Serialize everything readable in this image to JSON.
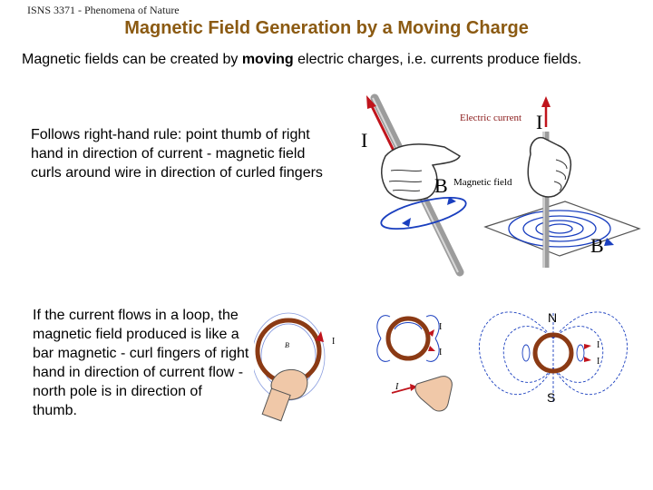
{
  "header": {
    "course": "ISNS 3371 - Phenomena of Nature",
    "title": "Magnetic Field Generation by a Moving Charge"
  },
  "intro": {
    "before": "Magnetic fields can be created by ",
    "emphasis": "moving",
    "after": " electric charges, i.e. currents produce fields."
  },
  "rule_text": "Follows right-hand rule: point thumb of right hand in direction of current - magnetic field curls around wire in direction of curled fingers",
  "loop_text": "If the current flows in a loop, the magnetic field produced is like a bar magnetic - curl fingers of right hand in direction of current flow - north pole is in direction of thumb.",
  "figure_top": {
    "current_symbol": "I",
    "current_label": "Electric current",
    "current_symbol_right": "I",
    "field_symbol": "B",
    "field_label": "Magnetic field",
    "field_symbol_right": "B"
  },
  "figure_bottom": {
    "left_b": "B",
    "left_i": "I",
    "middle_i_top": "I",
    "middle_i_bottom": "I",
    "hand_i": "I",
    "north": "N",
    "south": "S",
    "right_i_top": "I",
    "right_i_bottom": "I"
  },
  "colors": {
    "title": "#8b5a12",
    "field_lines": "#1a3fbf",
    "current_arrow": "#c0141c",
    "wire": "#9c9c9c",
    "loop": "#8b3a14"
  }
}
